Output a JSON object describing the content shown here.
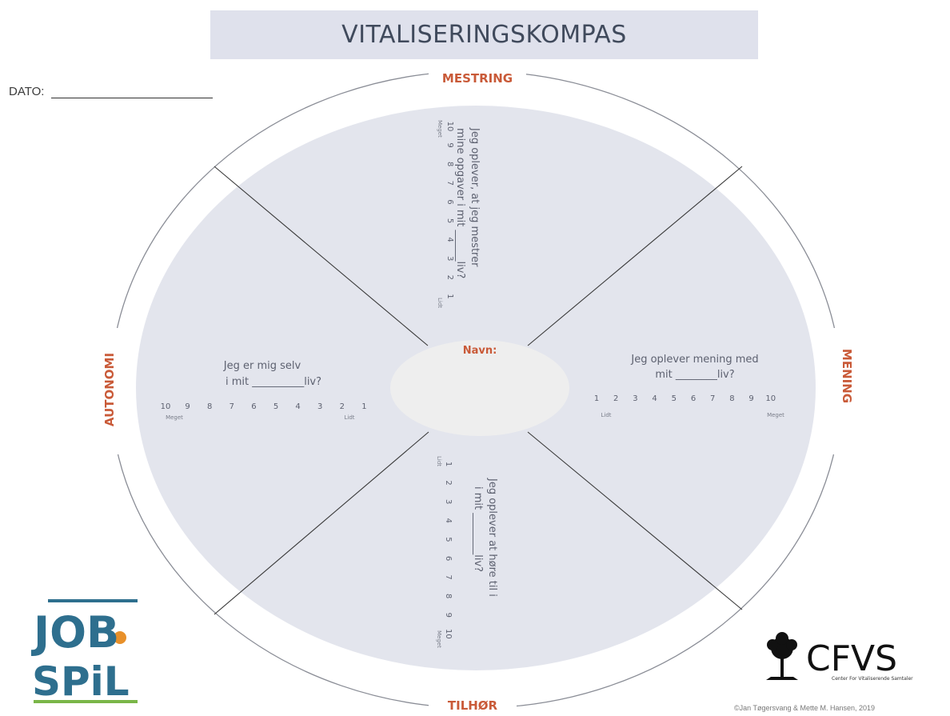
{
  "title": "VITALISERINGSKOMPAS",
  "date_label": "DATO:",
  "center_label": "Navn:",
  "categories": {
    "top": "MESTRING",
    "right": "MENING",
    "bottom": "TILHØR",
    "left": "AUTONOMI"
  },
  "questions": {
    "mestring": {
      "line1": "Jeg oplever, at jeg mestrer",
      "line2": "mine opgaver i mit ______liv?"
    },
    "mening": {
      "line1": "Jeg oplever mening med",
      "line2": "mit ________liv?"
    },
    "tilhor": {
      "line1": "Jeg oplever at høre til i",
      "line2": "i mit ________liv?"
    },
    "autonomi": {
      "line1": "Jeg er mig selv",
      "line2": "i mit __________liv?"
    }
  },
  "scale": {
    "ascending": [
      "1",
      "2",
      "3",
      "4",
      "5",
      "6",
      "7",
      "8",
      "9",
      "10"
    ],
    "descending": [
      "10",
      "9",
      "8",
      "7",
      "6",
      "5",
      "4",
      "3",
      "2",
      "1"
    ],
    "low_label": "Lidt",
    "high_label": "Meget"
  },
  "logos": {
    "job_top": "JOB",
    "job_bottom": "SPiL",
    "cfvs": "CFVS",
    "cfvs_sub": "Center For Vitaliserende Samtaler"
  },
  "copyright": "©Jan Tøgersvang & Mette M. Hansen, 2019",
  "colors": {
    "accent": "#c95a38",
    "inner_fill": "#e3e5ed",
    "center_fill": "#eeeeee",
    "title_bar": "#dfe1ec",
    "logo_blue": "#2e6f8e",
    "logo_green": "#7ab648",
    "logo_orange": "#e8902a"
  }
}
